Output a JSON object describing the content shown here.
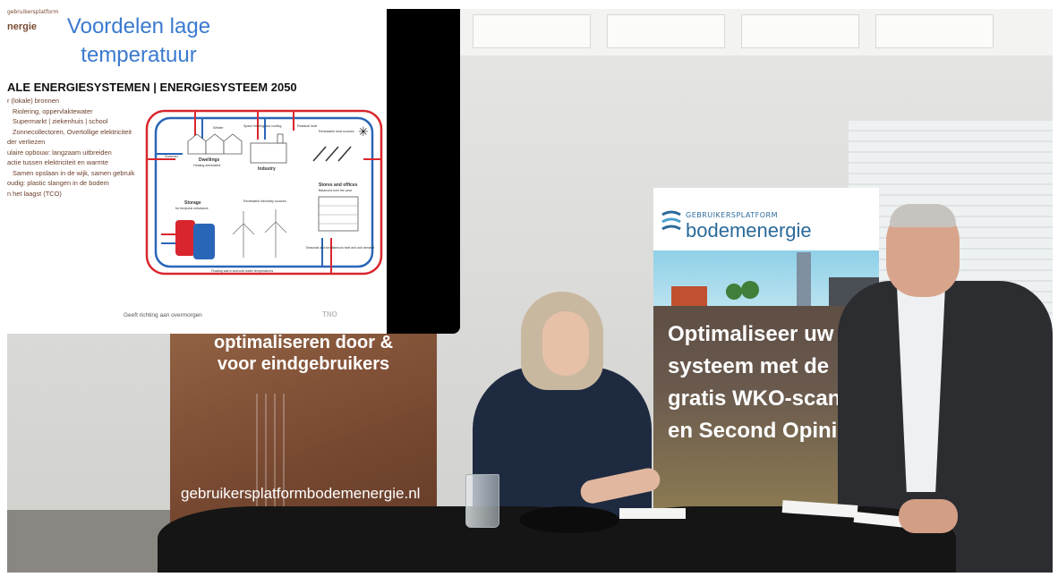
{
  "slide": {
    "logo_top": "gebruikersplatform",
    "logo": "nergie",
    "title_line1": "Voordelen lage",
    "title_line2": "temperatuur",
    "subtitle": "ALE ENERGIESYSTEMEN | ENERGIESYSTEEM 2050",
    "bullets": [
      "r (lokale) bronnen",
      "Riolering, oppervlaktewater",
      "Supermarkt | ziekenhuis | school",
      "Zonnecollectoren, Overtollige elektriciteit",
      "der verliezen",
      "ulaire opbouw: langzaam uitbreiden",
      "actie tussen elektriciteit en warmte",
      "Samen opslaan in de wijk, samen gebruik",
      "oudig: plastic slangen in de bodem",
      "n het laagst (TCO)"
    ],
    "diagram": {
      "winter": "Winter",
      "summer": "Summer",
      "space_heating": "Space heating and cooling",
      "residual_heat": "Residual heat",
      "renewable_heat": "Renewable heat sources",
      "dwellings": "Dwellings",
      "dwellings_sub": "Heating dominated",
      "industry": "Industry",
      "storage": "Storage",
      "storage_sub": "for temporal unbalance",
      "renewable_electricity": "Renewable electricity sources",
      "stores_offices": "Stores and offices",
      "stores_offices_sub": "Balanced over the year",
      "seasonal_demand": "Seasonal and simultaneous heat and cold demand",
      "bottom": "Floating warm and cold water temperatures"
    },
    "footer": "Geeft richting aan overmorgen",
    "tno": "TNO"
  },
  "banner_left": {
    "line1": "optimaliseren door &",
    "line2": "voor eindgebruikers",
    "url": "gebruikersplatformbodemenergie.nl"
  },
  "banner_right": {
    "logo_small": "GEBRUIKERSPLATFORM",
    "logo_main": "bodemenergie",
    "line1": "Optimaliseer uw",
    "line2": "systeem met de",
    "line3": "gratis WKO-scan",
    "line4": "en Second Opinio"
  },
  "colors": {
    "slide_title": "#3a7ad0",
    "bullet_text": "#6b3e2a",
    "warm_loop": "#d9262e",
    "cold_loop": "#2a66b8",
    "banner_brand": "#2a6a9a"
  }
}
